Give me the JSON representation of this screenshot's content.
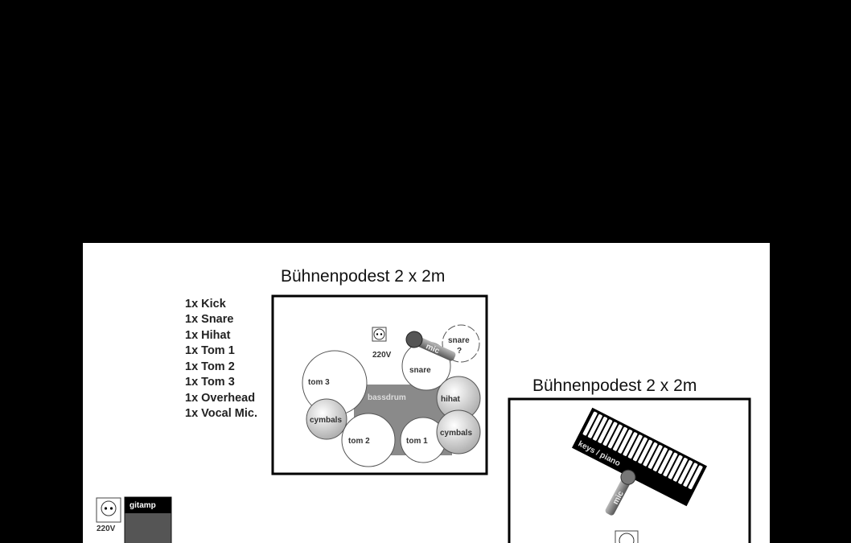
{
  "drum_stage": {
    "title": "Bühnenpodest 2 x 2m"
  },
  "keys_stage": {
    "title": "Bühnenpodest 2 x 2m"
  },
  "mic_list": [
    "1x Kick",
    "1x Snare",
    "1x Hihat",
    "1x Tom 1",
    "1x Tom 2",
    "1x Tom 3",
    "1x Overhead",
    "1x Vocal Mic."
  ],
  "drums": {
    "tom3": "tom 3",
    "cymbals_left": "cymbals",
    "tom2": "tom 2",
    "tom1": "tom 1",
    "cymbals_right": "cymbals",
    "hihat": "hihat",
    "snare": "snare",
    "snare_alt": "snare",
    "snare_alt_q": "?",
    "bassdrum": "bassdrum",
    "mic": "mic"
  },
  "power": {
    "label": "220V"
  },
  "keys": {
    "label": "keys / piano",
    "mic": "mic"
  },
  "gitamp": {
    "label": "gitamp"
  }
}
